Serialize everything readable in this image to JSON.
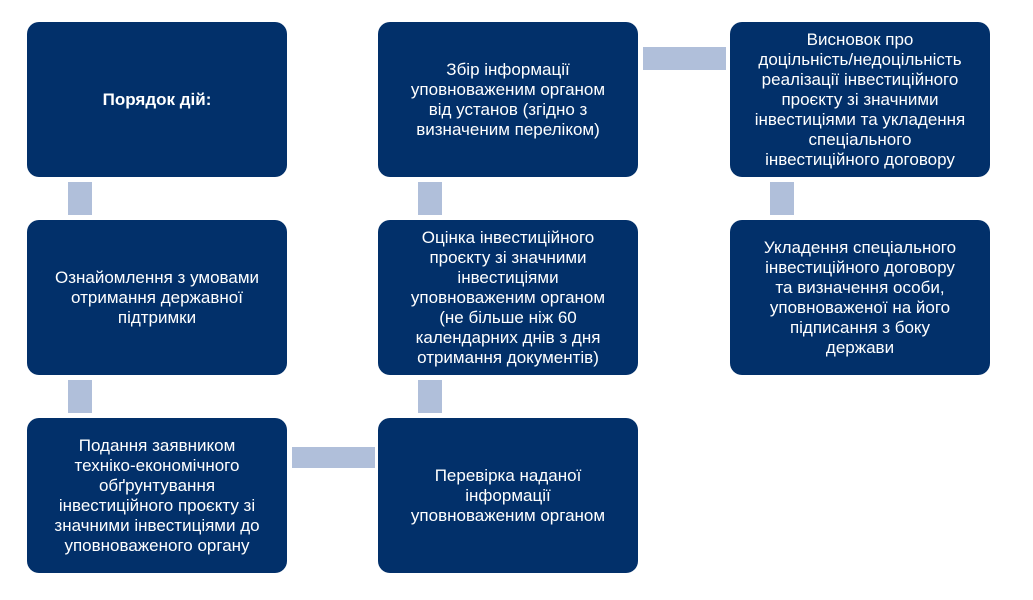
{
  "steps": [
    {
      "lines": [
        "Порядок дій:"
      ]
    },
    {
      "lines": [
        "Ознайомлення з умовами",
        "отримання державної",
        "підтримки"
      ]
    },
    {
      "lines": [
        "Подання заявником",
        "техніко-економічного",
        "обґрунтування",
        "інвестиційного проєкту зі",
        "значними інвестиціями до",
        "уповноваженого органу"
      ]
    },
    {
      "lines": [
        "Збір інформації",
        "уповноваженим органом",
        "від установ (згідно з",
        "визначеним переліком)"
      ]
    },
    {
      "lines": [
        "Оцінка інвестиційного",
        "проєкту зі значними",
        "інвестиціями",
        "уповноваженим органом",
        "(не більше ніж 60",
        "календарних днів з дня",
        "отримання документів)"
      ]
    },
    {
      "lines": [
        "Перевірка наданої",
        "інформації",
        "уповноваженим органом"
      ]
    },
    {
      "lines": [
        "Висновок про",
        "доцільність/недоцільність",
        "реалізації інвестиційного",
        "проєкту зі значними",
        "інвестиціями та укладення",
        "спеціального",
        "інвестиційного договору"
      ]
    },
    {
      "lines": [
        "Укладення спеціального",
        "інвестиційного договору",
        "та визначення особи,",
        "уповноваженої на його",
        "підписання з боку",
        "держави"
      ]
    }
  ],
  "colors": {
    "box": "#02306a",
    "connector": "#b0bfda"
  }
}
